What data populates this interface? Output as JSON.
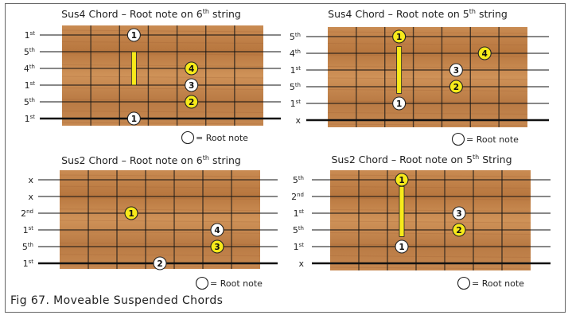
{
  "figure": {
    "caption": "Fig 67. Moveable Suspended Chords",
    "colors": {
      "fretboard": "#c4844a",
      "fretboard_dark": "#9e6132",
      "fret_wire": "#4a3726",
      "string": "#111111",
      "marker_yellow": "#f7ea1a",
      "barre_yellow": "#f7ea1a",
      "marker_white": "#ffffff",
      "frame": "#666666"
    }
  },
  "diagrams": [
    {
      "id": "sus4-root6",
      "title": "Sus4 Chord – Root note on 6",
      "title_sup": "th",
      "title_tail": " string",
      "string_labels": [
        {
          "main": "1",
          "sup": "st"
        },
        {
          "main": "5",
          "sup": "th"
        },
        {
          "main": "4",
          "sup": "th"
        },
        {
          "main": "1",
          "sup": "st"
        },
        {
          "main": "5",
          "sup": "th"
        },
        {
          "main": "1",
          "sup": "st"
        }
      ],
      "markers": [
        {
          "string": 1,
          "fret": 3,
          "label": "1",
          "fill": "white"
        },
        {
          "string": 3,
          "fret": 5,
          "label": "4",
          "fill": "yellow"
        },
        {
          "string": 4,
          "fret": 5,
          "label": "3",
          "fill": "white"
        },
        {
          "string": 5,
          "fret": 5,
          "label": "2",
          "fill": "yellow"
        },
        {
          "string": 6,
          "fret": 3,
          "label": "1",
          "fill": "white"
        }
      ],
      "barre": {
        "fret": 3,
        "from_string": 2,
        "to_string": 4
      },
      "legend": "= Root note"
    },
    {
      "id": "sus4-root5",
      "title": "Sus4 Chord – Root note on 5",
      "title_sup": "th",
      "title_tail": " string",
      "string_labels": [
        {
          "main": "5",
          "sup": "th"
        },
        {
          "main": "4",
          "sup": "th"
        },
        {
          "main": "1",
          "sup": "st"
        },
        {
          "main": "5",
          "sup": "th"
        },
        {
          "main": "1",
          "sup": "st"
        },
        {
          "main": "x",
          "sup": ""
        }
      ],
      "markers": [
        {
          "string": 1,
          "fret": 3,
          "label": "1",
          "fill": "yellow"
        },
        {
          "string": 2,
          "fret": 6,
          "label": "4",
          "fill": "yellow"
        },
        {
          "string": 3,
          "fret": 5,
          "label": "3",
          "fill": "white"
        },
        {
          "string": 4,
          "fret": 5,
          "label": "2",
          "fill": "yellow"
        },
        {
          "string": 5,
          "fret": 3,
          "label": "1",
          "fill": "white"
        }
      ],
      "barre": {
        "fret": 3,
        "from_string": 1.6,
        "to_string": 4.4
      },
      "legend": "= Root note"
    },
    {
      "id": "sus2-root6",
      "title": "Sus2 Chord – Root note on 6",
      "title_sup": "th",
      "title_tail": " string",
      "string_labels": [
        {
          "main": "x",
          "sup": ""
        },
        {
          "main": "x",
          "sup": ""
        },
        {
          "main": "2",
          "sup": "nd"
        },
        {
          "main": "1",
          "sup": "st"
        },
        {
          "main": "5",
          "sup": "th"
        },
        {
          "main": "1",
          "sup": "st"
        }
      ],
      "markers": [
        {
          "string": 3,
          "fret": 3,
          "label": "1",
          "fill": "yellow"
        },
        {
          "string": 4,
          "fret": 6,
          "label": "4",
          "fill": "white"
        },
        {
          "string": 5,
          "fret": 6,
          "label": "3",
          "fill": "yellow"
        },
        {
          "string": 6,
          "fret": 4,
          "label": "2",
          "fill": "white"
        }
      ],
      "barre": null,
      "legend": "= Root note"
    },
    {
      "id": "sus2-root5",
      "title": "Sus2 Chord – Root note on 5",
      "title_sup": "th",
      "title_tail": " String",
      "string_labels": [
        {
          "main": "5",
          "sup": "th"
        },
        {
          "main": "2",
          "sup": "nd"
        },
        {
          "main": "1",
          "sup": "st"
        },
        {
          "main": "5",
          "sup": "th"
        },
        {
          "main": "1",
          "sup": "st"
        },
        {
          "main": "x",
          "sup": ""
        }
      ],
      "markers": [
        {
          "string": 1,
          "fret": 3,
          "label": "1",
          "fill": "yellow"
        },
        {
          "string": 3,
          "fret": 5,
          "label": "3",
          "fill": "white"
        },
        {
          "string": 4,
          "fret": 5,
          "label": "2",
          "fill": "yellow"
        },
        {
          "string": 5,
          "fret": 3,
          "label": "1",
          "fill": "white"
        }
      ],
      "barre": {
        "fret": 3,
        "from_string": 1.4,
        "to_string": 4.4
      },
      "legend": "= Root note"
    }
  ]
}
